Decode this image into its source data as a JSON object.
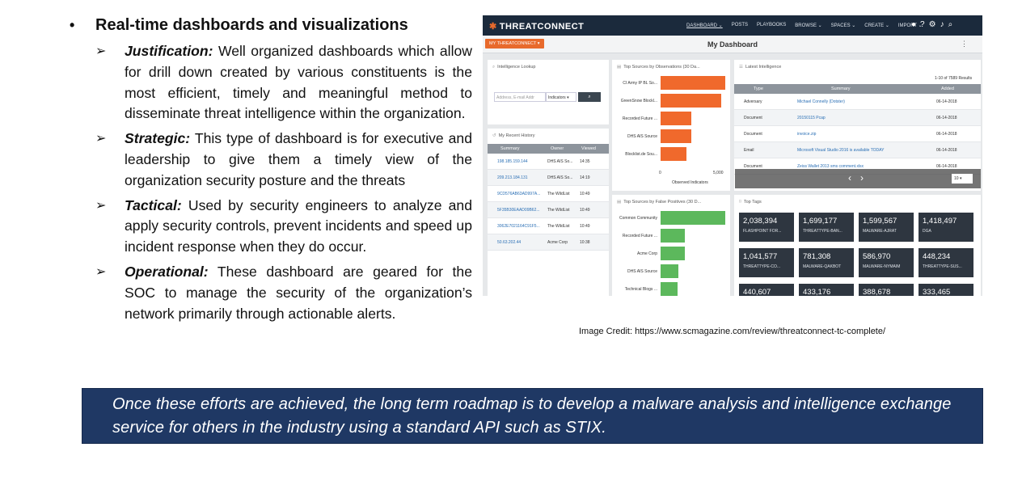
{
  "bullet_heading": "Real-time dashboards and visualizations",
  "items": [
    {
      "label": "Justification:",
      "text": "Well organized dashboards which allow for drill down created by various constituents is the most efficient, timely and meaningful method to disseminate threat intelligence within the organization."
    },
    {
      "label": "Strategic:",
      "text": "This type of dashboard is for executive and leadership to give them a timely view of the organization security posture and the threats"
    },
    {
      "label": "Tactical:",
      "text": "Used by security engineers to analyze and apply security controls, prevent incidents and speed up incident response when they do occur."
    },
    {
      "label": "Operational:",
      "text": "These dashboard are geared for the SOC to manage the security of the organization’s network primarily through actionable alerts."
    }
  ],
  "image_credit": "Image Credit: https://www.scmagazine.com/review/threatconnect-tc-complete/",
  "banner_text": "Once these efforts are achieved,  the long term roadmap is to develop a malware analysis and intelligence exchange service for others in the industry using a standard API such as STIX.",
  "screenshot": {
    "logo": "THREATCONNECT",
    "nav": [
      "DASHBOARD ⌄",
      "POSTS",
      "PLAYBOOKS",
      "BROWSE ⌄",
      "SPACES ⌄",
      "CREATE ⌄",
      "IMPORT ⌄"
    ],
    "org_button": "MY THREATCONNECT ▾",
    "dashboard_title": "My Dashboard",
    "lookup": {
      "title": "Intelligence Lookup",
      "placeholder": "Address, E-mail Addr",
      "select": "Indicators ▾",
      "search_icon": "search-icon"
    },
    "recent": {
      "title": "My Recent History",
      "headers": [
        "Summary",
        "Owner",
        "Viewed"
      ],
      "rows": [
        [
          "198.185.159.144",
          "DHS AIS So...",
          "14:35"
        ],
        [
          "209.213.184.131",
          "DHS AIS So...",
          "14:19"
        ],
        [
          "9CD576AB63AD997A...",
          "The WildList",
          "10:49"
        ],
        [
          "5F35B30EAAD09B62...",
          "The WildList",
          "10:49"
        ],
        [
          "3062E7021164C91F5...",
          "The WildList",
          "10:49"
        ],
        [
          "50.63.202.44",
          "Acme Corp",
          "10:38"
        ]
      ]
    },
    "top_obs": {
      "title": "Top Sources by Observations (30 Da...",
      "labels": [
        "CI Army IP BL So...",
        "GreenSnow Blockl...",
        "Recorded Future ...",
        "DHS AIS Source",
        "Blocklist.de Sou..."
      ],
      "values": [
        5000,
        4700,
        2400,
        2400,
        2000
      ],
      "axis_min": "0",
      "axis_max": "5,000",
      "axis_label": "Observed Indicators"
    },
    "top_fp": {
      "title": "Top Sources by False Positives (30 D...",
      "labels": [
        "Common Community",
        "Recorded Future ...",
        "Acme Corp",
        "DHS AIS Source",
        "Technical Blogs ..."
      ],
      "values": [
        100,
        38,
        38,
        28,
        26
      ]
    },
    "latest": {
      "title": "Latest Intelligence",
      "count": "1-10 of 7589 Results",
      "headers": [
        "Type",
        "Summary",
        "Added"
      ],
      "rows": [
        [
          "Adversary",
          "Michael Connelly (Dotster)",
          "06-14-2018"
        ],
        [
          "Document",
          "20150115 Pcap",
          "06-14-2018"
        ],
        [
          "Document",
          "invoice.zip",
          "06-14-2018"
        ],
        [
          "Email",
          "Microsoft Visual Studio 2016 is available TODAY",
          "06-14-2018"
        ],
        [
          "Document",
          "Zeiss Wallet 2013 sms comment.xlsx",
          "06-14-2018"
        ]
      ],
      "page_size": "10 ▾"
    },
    "tags": {
      "title": "Top Tags",
      "items": [
        {
          "num": "2,038,394",
          "label": "FLASHPOINT FOR..."
        },
        {
          "num": "1,699,177",
          "label": "THREATTYPE-BAN..."
        },
        {
          "num": "1,599,567",
          "label": "MALWARE-AJRAT"
        },
        {
          "num": "1,418,497",
          "label": "DGA"
        },
        {
          "num": "1,041,577",
          "label": "THREATTYPE-CO..."
        },
        {
          "num": "781,308",
          "label": "MALWARE-QAKBOT"
        },
        {
          "num": "586,970",
          "label": "MALWARE-NYMAIM"
        },
        {
          "num": "448,234",
          "label": "THREATTYPE-SUS..."
        },
        {
          "num": "440,607",
          "label": ""
        },
        {
          "num": "433,176",
          "label": ""
        },
        {
          "num": "388,678",
          "label": ""
        },
        {
          "num": "333,465",
          "label": ""
        }
      ]
    }
  }
}
